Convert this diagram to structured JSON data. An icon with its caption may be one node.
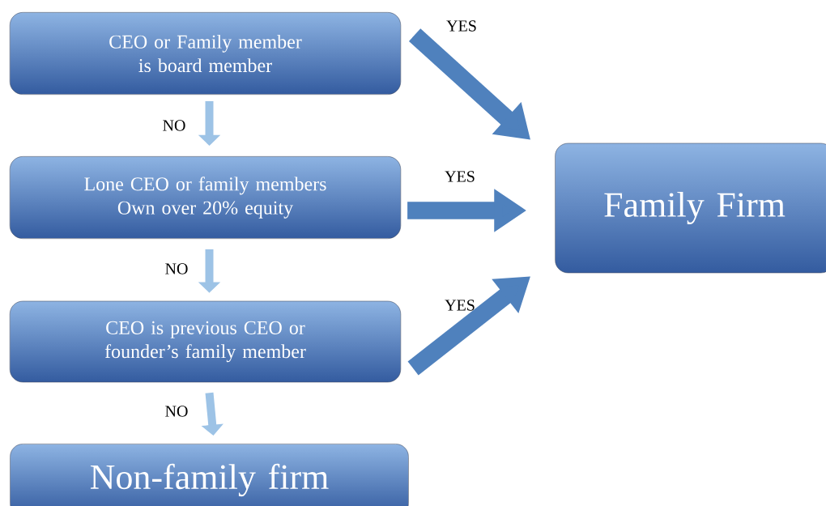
{
  "diagram": {
    "nodes": [
      {
        "text": [
          "CEO or Family member is board member"
        ]
      },
      {
        "text": [
          "Lone CEO or family members Own over 20% equity"
        ]
      },
      {
        "text": [
          "CEO is previous CEO or founder’s family member"
        ]
      },
      {
        "text": [
          "Non-family firm"
        ]
      },
      {
        "text": [
          "Family Firm"
        ]
      }
    ],
    "edges": [
      {
        "from": 0,
        "to": 1,
        "arrow": "to",
        "label": "NO"
      },
      {
        "from": 1,
        "to": 2,
        "arrow": "to",
        "label": "NO"
      },
      {
        "from": 2,
        "to": 3,
        "arrow": "to",
        "label": "NO"
      },
      {
        "from": 0,
        "to": 4,
        "arrow": "to",
        "label": "YES",
        "style": "thick"
      },
      {
        "from": 1,
        "to": 4,
        "arrow": "to",
        "label": "YES",
        "style": "thick"
      },
      {
        "from": 2,
        "to": 4,
        "arrow": "to",
        "label": "YES",
        "style": "thick"
      }
    ]
  }
}
